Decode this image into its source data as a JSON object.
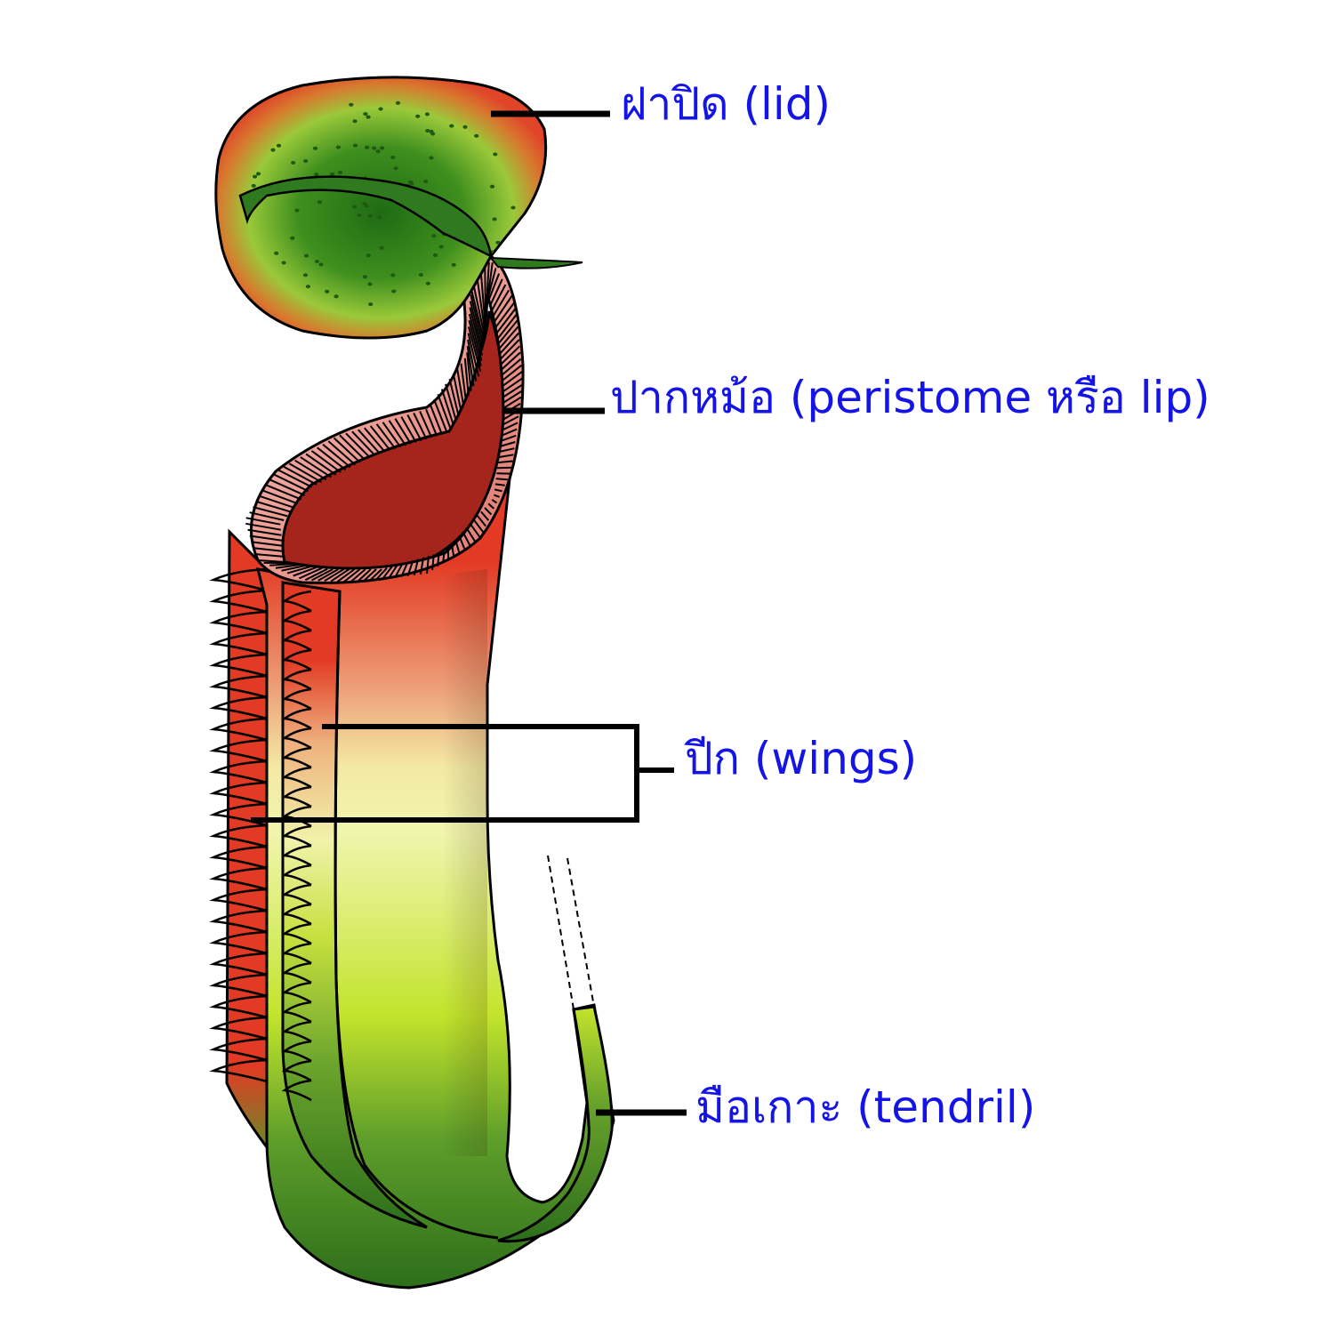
{
  "labels": {
    "lid": "ฝาปิด (lid)",
    "peristome": "ปากหม้อ (peristome หรือ lip)",
    "wings": "ปีก (wings)",
    "tendril": "มือเกาะ (tendril)"
  },
  "colors": {
    "label_text": "#1414e6",
    "leader_line": "#000000",
    "pitcher_red": "#e23a24",
    "pitcher_interior": "#a5241b",
    "pitcher_pale": "#f1f5ad",
    "pitcher_lime": "#c3e42c",
    "pitcher_green": "#2f7a1e",
    "lid_green": "#1f6b14",
    "peristome_pink": "#f0a49a"
  }
}
